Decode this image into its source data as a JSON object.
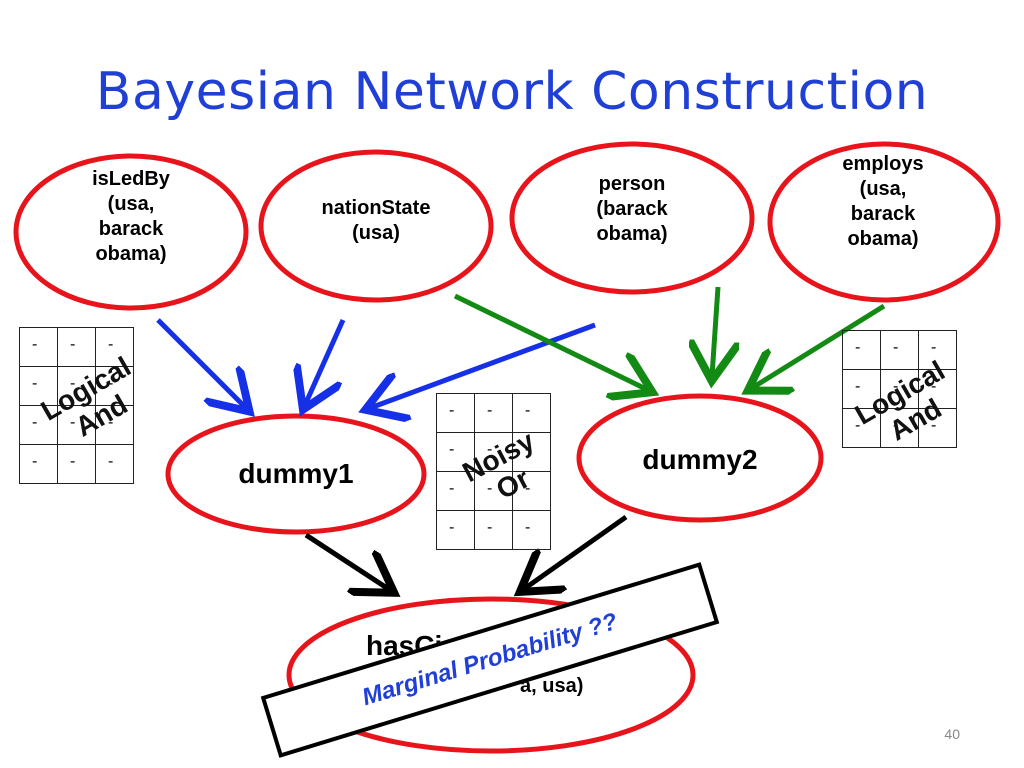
{
  "title": "Bayesian Network Construction",
  "nodes": {
    "isledby": {
      "line1": "isLedBy",
      "line2": "(usa,",
      "line3": "barack",
      "line4": "obama)"
    },
    "nationstate": {
      "line1": "nationState",
      "line2": "(usa)"
    },
    "person": {
      "line1": "person",
      "line2": "(barack",
      "line3": "obama)"
    },
    "employs": {
      "line1": "employs",
      "line2": "(usa,",
      "line3": "barack",
      "line4": "obama)"
    },
    "dummy1": {
      "label": "dummy1"
    },
    "dummy2": {
      "label": "dummy2"
    },
    "hascitizen": {
      "line1": "hasCi",
      "line2": "a, usa)"
    }
  },
  "tables": {
    "left": {
      "label_line1": "Logical",
      "label_line2": "And",
      "cells": [
        [
          "-",
          "-",
          "-"
        ],
        [
          "-",
          "-",
          "-"
        ],
        [
          "-",
          "-",
          "-"
        ],
        [
          "-",
          "-",
          "-"
        ]
      ]
    },
    "middle": {
      "label_line1": "Noisy",
      "label_line2": "Or",
      "cells": [
        [
          "-",
          "-",
          "-"
        ],
        [
          "-",
          "-",
          "-"
        ],
        [
          "-",
          "-",
          "-"
        ],
        [
          "-",
          "-",
          "-"
        ]
      ]
    },
    "right": {
      "label_line1": "Logical",
      "label_line2": "And",
      "cells": [
        [
          "-",
          "-",
          "-"
        ],
        [
          "-",
          "-",
          "-"
        ],
        [
          "-",
          "-",
          "-"
        ]
      ]
    }
  },
  "callout": {
    "text": "Marginal Probability ??"
  },
  "page_number": "40",
  "colors": {
    "title": "#1f3fd6",
    "node_border": "#e8141b",
    "blue_edge": "#1530e6",
    "green_edge": "#138a13",
    "black_edge": "#000000"
  }
}
